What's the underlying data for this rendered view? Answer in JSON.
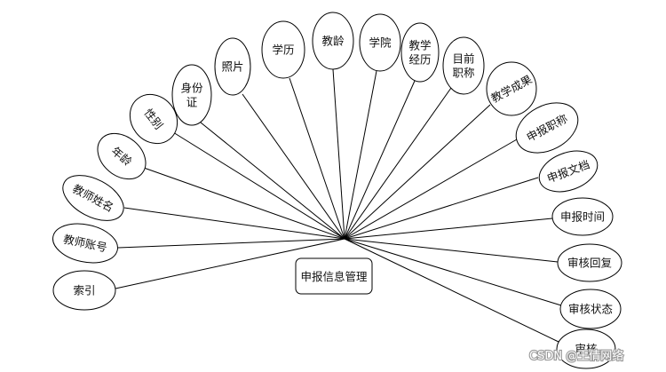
{
  "diagram": {
    "center": {
      "label": "申报信息管理"
    },
    "attributes": [
      {
        "id": "suoyin",
        "lines": [
          "索引"
        ]
      },
      {
        "id": "jiaoshi-zhanghao",
        "lines": [
          "教师账号"
        ]
      },
      {
        "id": "jiaoshi-xingming",
        "lines": [
          "教师姓名"
        ]
      },
      {
        "id": "nianling",
        "lines": [
          "年龄"
        ]
      },
      {
        "id": "xingbie",
        "lines": [
          "性别"
        ]
      },
      {
        "id": "shenfenzheng",
        "lines": [
          "身份",
          "证"
        ]
      },
      {
        "id": "zhaopian",
        "lines": [
          "照片"
        ]
      },
      {
        "id": "xueli",
        "lines": [
          "学历"
        ]
      },
      {
        "id": "jiaoling",
        "lines": [
          "教龄"
        ]
      },
      {
        "id": "xueyuan",
        "lines": [
          "学院"
        ]
      },
      {
        "id": "jiaoxue-jingli",
        "lines": [
          "教学",
          "经历"
        ]
      },
      {
        "id": "muqian-zhicheng",
        "lines": [
          "目前",
          "职称"
        ]
      },
      {
        "id": "jiaoxue-chengguo",
        "lines": [
          "教学成果"
        ]
      },
      {
        "id": "shenbao-zhicheng",
        "lines": [
          "申报职称"
        ]
      },
      {
        "id": "shenbao-wendang",
        "lines": [
          "申报文档"
        ]
      },
      {
        "id": "shenbao-shijian",
        "lines": [
          "申报时间"
        ]
      },
      {
        "id": "shenhe-huifu",
        "lines": [
          "审核回复"
        ]
      },
      {
        "id": "shenhe-zhuangtai",
        "lines": [
          "审核状态"
        ]
      },
      {
        "id": "shenhe",
        "lines": [
          "审核"
        ]
      }
    ]
  },
  "watermark": {
    "text": "CSDN @王倩网络"
  },
  "colors": {
    "stroke": "#000000",
    "fill": "#ffffff",
    "text": "#111111",
    "watermark": "#ffffff"
  }
}
